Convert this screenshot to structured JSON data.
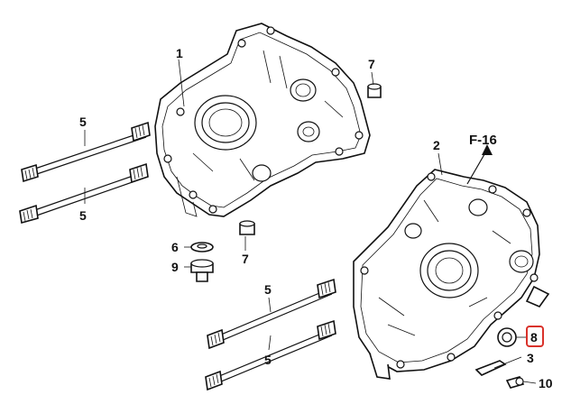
{
  "labels": {
    "p1": "1",
    "p2": "2",
    "p3": "3",
    "p5a": "5",
    "p5b": "5",
    "p5c": "5",
    "p5d": "5",
    "p6": "6",
    "p7a": "7",
    "p7b": "7",
    "p8": "8",
    "p9": "9",
    "p10": "10",
    "ref": "F-16"
  },
  "highlight_color": "#d9322b",
  "ink_color": "#111111"
}
